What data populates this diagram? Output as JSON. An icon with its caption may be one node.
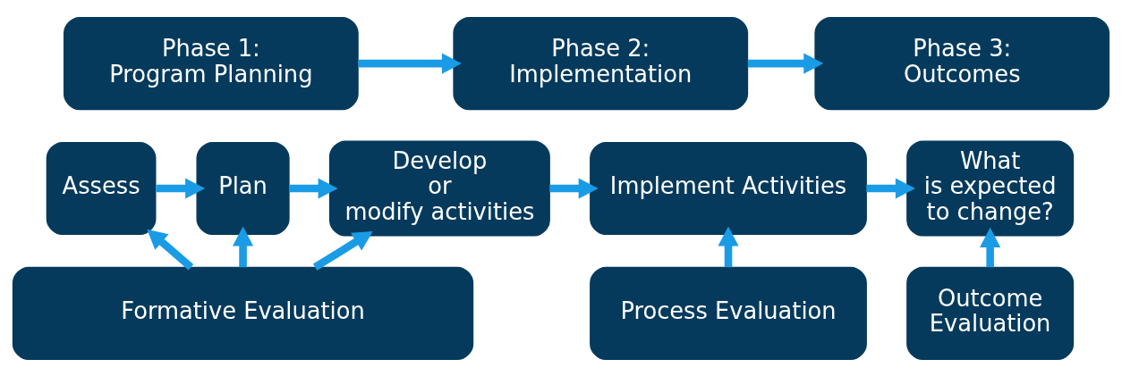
{
  "diagram": {
    "nodes": [
      {
        "text": [
          "Phase 1: Program Planning"
        ]
      },
      {
        "text": [
          "Phase 2: Implementation"
        ]
      },
      {
        "text": [
          "Phase 3: Outcomes"
        ]
      },
      {
        "text": [
          "Assess"
        ]
      },
      {
        "text": [
          "Plan"
        ]
      },
      {
        "text": [
          "Develop or modify activities"
        ]
      },
      {
        "text": [
          "Implement Activities"
        ]
      },
      {
        "text": [
          "What is expected to change?"
        ]
      },
      {
        "text": [
          "Formative Evaluation"
        ]
      },
      {
        "text": [
          "Process Evaluation"
        ]
      },
      {
        "text": [
          "Outcome Evaluation"
        ]
      }
    ],
    "edges": [
      {
        "from": 0,
        "to": 1,
        "arrow": "to"
      },
      {
        "from": 1,
        "to": 2,
        "arrow": "to"
      },
      {
        "from": 3,
        "to": 4,
        "arrow": "to"
      },
      {
        "from": 4,
        "to": 5,
        "arrow": "to"
      },
      {
        "from": 5,
        "to": 6,
        "arrow": "to"
      },
      {
        "from": 6,
        "to": 7,
        "arrow": "to"
      },
      {
        "from": 8,
        "to": 3,
        "arrow": "to"
      },
      {
        "from": 8,
        "to": 4,
        "arrow": "to"
      },
      {
        "from": 8,
        "to": 5,
        "arrow": "to"
      },
      {
        "from": 9,
        "to": 6,
        "arrow": "to"
      },
      {
        "from": 10,
        "to": 7,
        "arrow": "to"
      }
    ]
  }
}
